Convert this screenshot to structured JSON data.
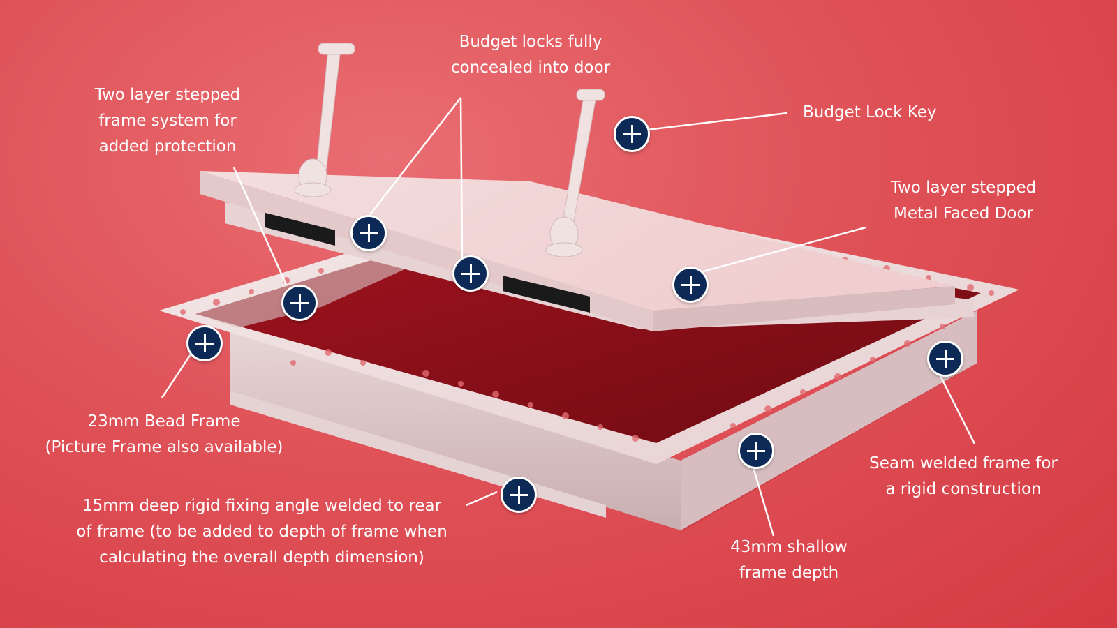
{
  "labels": {
    "budget_locks": [
      "Budget locks fully",
      "concealed into door"
    ],
    "two_layer_frame": [
      "Two layer stepped",
      "frame system for",
      "added protection"
    ],
    "budget_lock_key": [
      "Budget Lock Key"
    ],
    "metal_faced_door": [
      "Two layer stepped",
      "Metal Faced Door"
    ],
    "bead_frame": [
      "23mm Bead Frame",
      "(Picture Frame also available)"
    ],
    "fixing_angle": [
      "15mm deep rigid fixing angle welded to rear",
      "of frame (to be added to depth of frame when",
      "calculating the overall depth dimension)"
    ],
    "shallow_depth": [
      "43mm shallow",
      "frame depth"
    ],
    "seam_welded": [
      "Seam welded frame for",
      "a rigid construction"
    ]
  },
  "colors": {
    "background": "#df5258",
    "hotspot": "#0d2a57",
    "leader_line": "#ffffff",
    "text": "#ffffff"
  },
  "hotspot_icon": "plus-icon"
}
